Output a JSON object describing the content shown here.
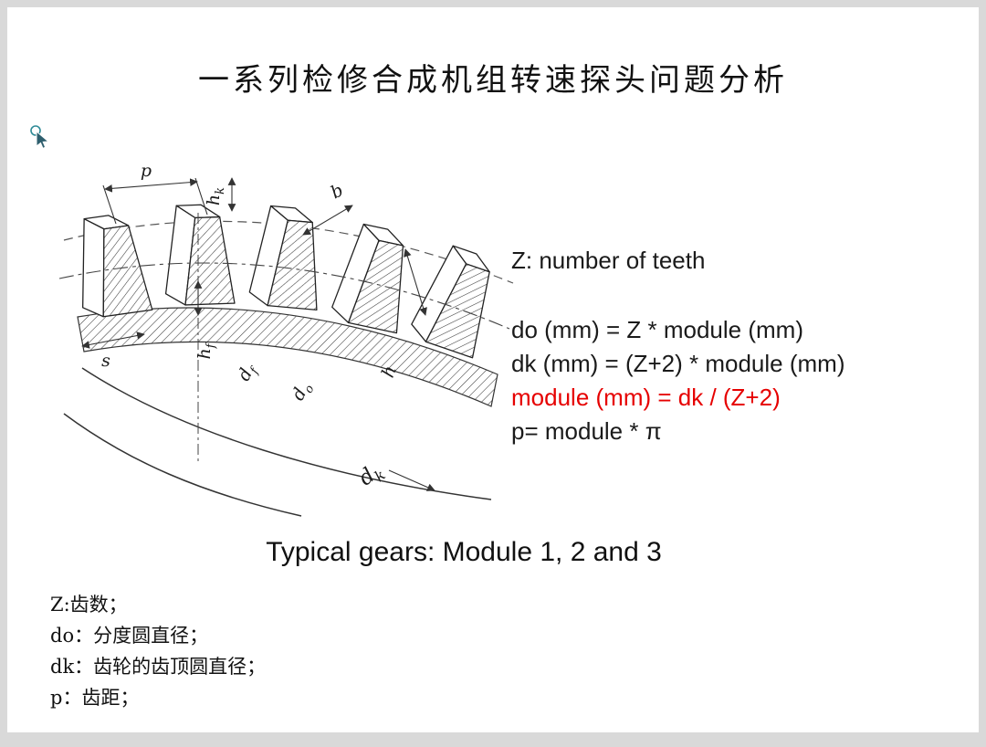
{
  "page": {
    "title": "一系列检修合成机组转速探头问题分析",
    "subtitle": "Typical gears: Module 1, 2 and 3"
  },
  "diagram": {
    "labels": {
      "p": "p",
      "hk": {
        "base": "h",
        "sub": "k"
      },
      "b": "b",
      "s": "s",
      "hf": {
        "base": "h",
        "sub": "f"
      },
      "df": {
        "base": "d",
        "sub": "f"
      },
      "do_label": {
        "base": "d",
        "sub": "o"
      },
      "h": "h",
      "dk": {
        "base": "d",
        "sub": "k"
      }
    }
  },
  "formulas": {
    "teeth_line": "Z: number of teeth",
    "lines": [
      {
        "text": "do (mm) = Z * module (mm)",
        "emphasis": false
      },
      {
        "text": "dk (mm) = (Z+2) * module (mm)",
        "emphasis": false
      },
      {
        "text": "module (mm) = dk / (Z+2)",
        "emphasis": true
      },
      {
        "text": "p= module * π",
        "emphasis": false
      }
    ]
  },
  "glossary": {
    "items": [
      "Z:齿数；",
      "do：分度圆直径；",
      "dk：齿轮的齿顶圆直径；",
      "p：齿距；"
    ]
  },
  "colors": {
    "emphasis_red": "#e60000",
    "text_black": "#1a1a1a",
    "frame_gray": "#d9d9d9"
  }
}
